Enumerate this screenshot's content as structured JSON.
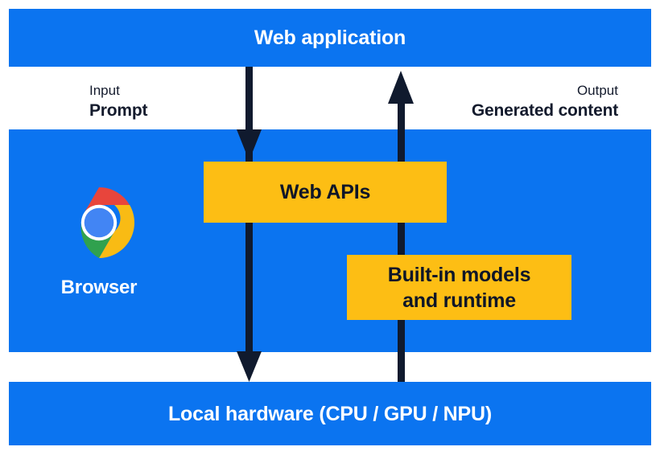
{
  "diagram": {
    "title": "Web application built-in AI architecture",
    "colors": {
      "band_blue": "#0B74F0",
      "box_yellow": "#FDBE14",
      "arrow_navy": "#101A2E",
      "text_dark": "#141B2D",
      "text_light": "#FFFFFF"
    },
    "bands": {
      "web_application": {
        "label": "Web application"
      },
      "browser": {
        "label": "Browser"
      },
      "local_hardware": {
        "label": "Local hardware (CPU / GPU / NPU)"
      }
    },
    "boxes": {
      "web_apis": {
        "label": "Web APIs"
      },
      "builtin_models": {
        "label": "Built-in models\nand runtime",
        "line1": "Built-in models",
        "line2": "and runtime"
      }
    },
    "annotations": {
      "input": {
        "kind": "Input",
        "value": "Prompt"
      },
      "output": {
        "kind": "Output",
        "value": "Generated content"
      }
    },
    "icons": {
      "chrome_logo": "chrome-logo-icon",
      "arrow_down": "arrow-down-icon",
      "arrow_up": "arrow-up-icon"
    },
    "arrows": [
      {
        "name": "prompt-flow-down",
        "direction": "down",
        "from": "Web application",
        "to": "Local hardware"
      },
      {
        "name": "generated-content-flow-up",
        "direction": "up",
        "from": "Local hardware",
        "to": "Web application"
      }
    ]
  }
}
